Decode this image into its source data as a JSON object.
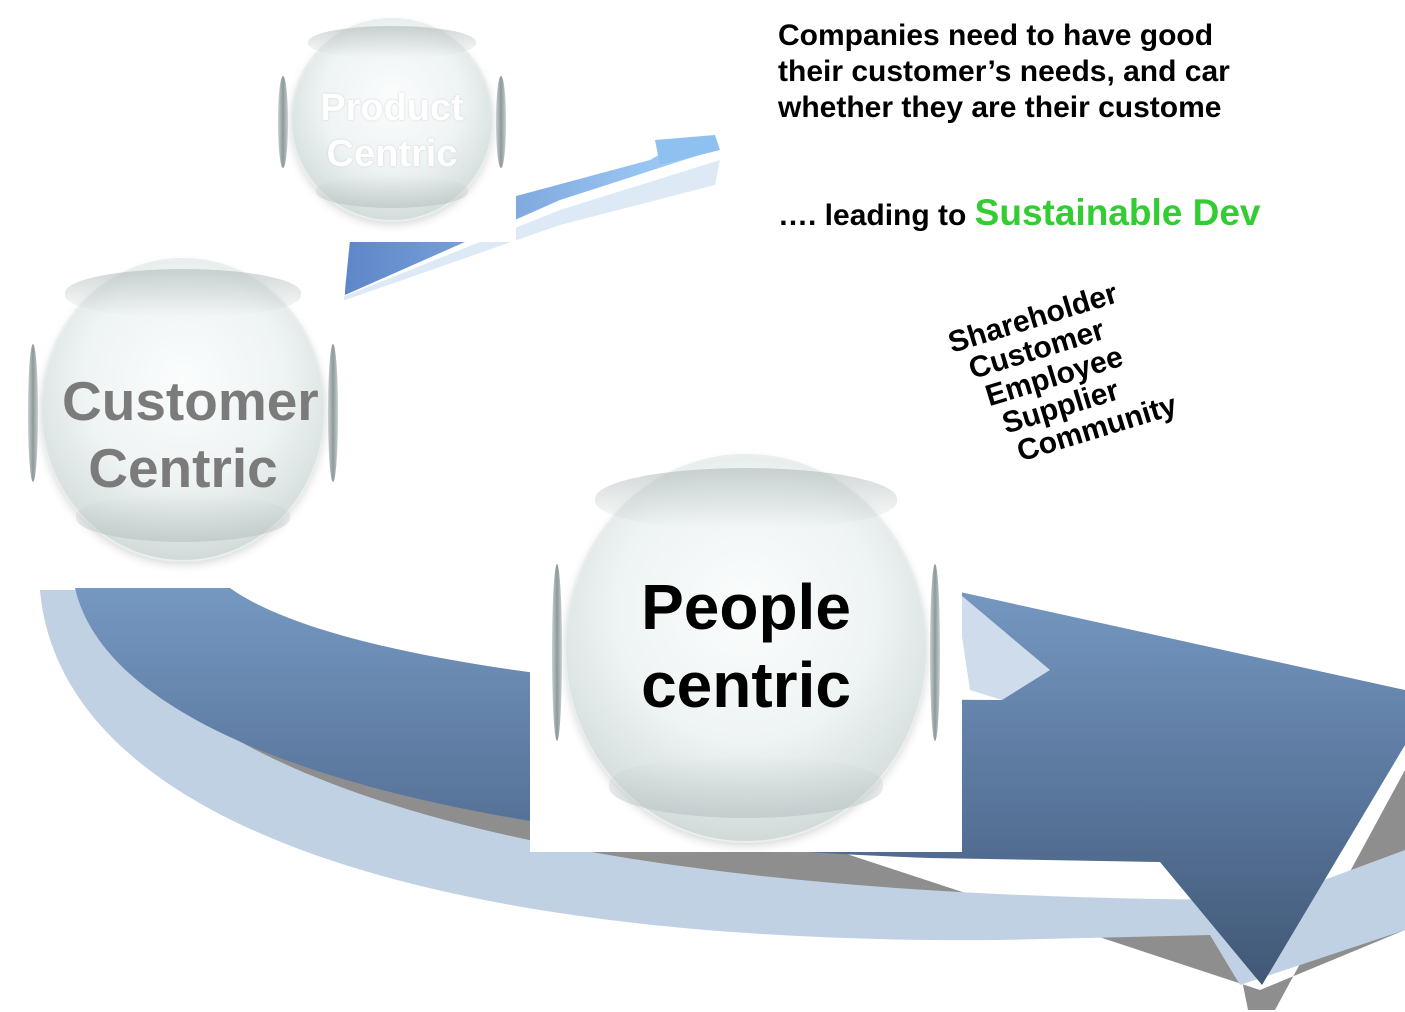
{
  "bubbles": {
    "product": "Product Centric",
    "customer": "Customer Centric",
    "people": "People centric"
  },
  "headline": [
    "Companies need to have good",
    "their customer’s needs, and car",
    "whether they are their custome"
  ],
  "lead": {
    "prefix": "…. leading to ",
    "highlight": "Sustainable Dev"
  },
  "stakeholders": [
    "Shareholder",
    "Customer",
    "Employee",
    "Supplier",
    "Community"
  ],
  "colors": {
    "arrow_dark": "#4a6282",
    "arrow_mid": "#6f8fb5",
    "arrow_light": "#b9cde4",
    "arrow_small": "#9cc9f5",
    "highlight": "#33cc33"
  }
}
